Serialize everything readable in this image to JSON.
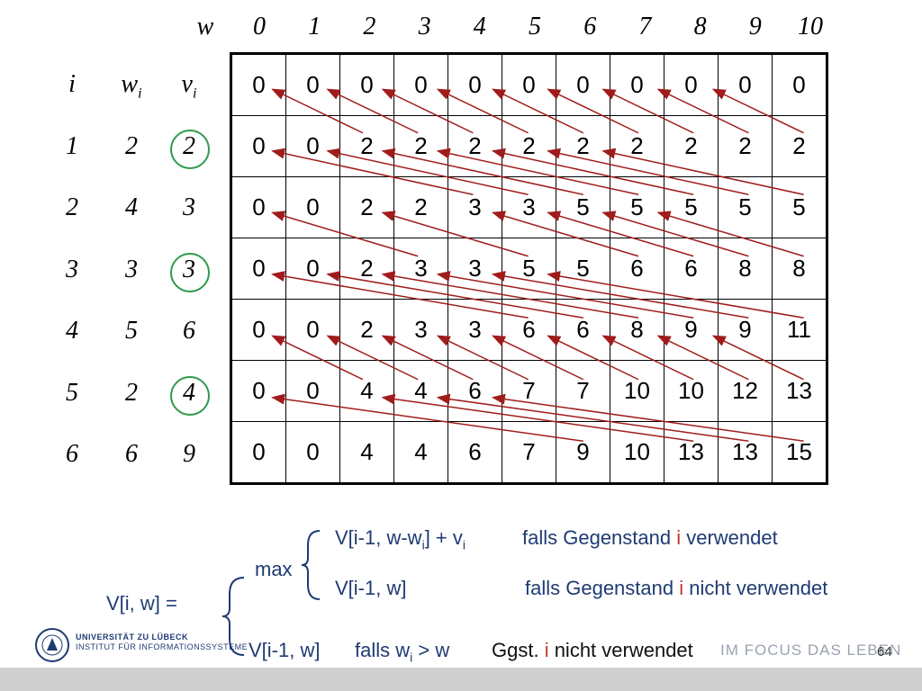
{
  "header": {
    "w_label": "w",
    "cols": [
      "0",
      "1",
      "2",
      "3",
      "4",
      "5",
      "6",
      "7",
      "8",
      "9",
      "10"
    ]
  },
  "left_headers": {
    "i": "i",
    "wi_base": "w",
    "wi_sub": "i",
    "vi_base": "v",
    "vi_sub": "i"
  },
  "items": [
    {
      "i": "1",
      "w": "2",
      "v": "2"
    },
    {
      "i": "2",
      "w": "4",
      "v": "3"
    },
    {
      "i": "3",
      "w": "3",
      "v": "3"
    },
    {
      "i": "4",
      "w": "5",
      "v": "6"
    },
    {
      "i": "5",
      "w": "2",
      "v": "4"
    },
    {
      "i": "6",
      "w": "6",
      "v": "9"
    }
  ],
  "table": [
    [
      "0",
      "0",
      "0",
      "0",
      "0",
      "0",
      "0",
      "0",
      "0",
      "0",
      "0"
    ],
    [
      "0",
      "0",
      "2",
      "2",
      "2",
      "2",
      "2",
      "2",
      "2",
      "2",
      "2"
    ],
    [
      "0",
      "0",
      "2",
      "2",
      "3",
      "3",
      "5",
      "5",
      "5",
      "5",
      "5"
    ],
    [
      "0",
      "0",
      "2",
      "3",
      "3",
      "5",
      "5",
      "6",
      "6",
      "8",
      "8"
    ],
    [
      "0",
      "0",
      "2",
      "3",
      "3",
      "6",
      "6",
      "8",
      "9",
      "9",
      "11"
    ],
    [
      "0",
      "0",
      "4",
      "4",
      "6",
      "7",
      "7",
      "10",
      "10",
      "12",
      "13"
    ],
    [
      "0",
      "0",
      "4",
      "4",
      "6",
      "7",
      "9",
      "10",
      "13",
      "13",
      "15"
    ]
  ],
  "circled_items": [
    1,
    3,
    5
  ],
  "colors": {
    "arrow": "#a01c1c",
    "circle": "#2e9a4a",
    "formula": "#1f3b73",
    "accent": "#c0392b"
  },
  "formula": {
    "lhs": "V[i, w] =",
    "max": "max",
    "case1_a": "V[i-1, w-w",
    "case1_sub": "i",
    "case1_b": "] + v",
    "case1_sub2": "i",
    "case1_desc_a": "falls Gegenstand ",
    "case1_desc_i": "i",
    "case1_desc_b": " verwendet",
    "case2": "V[i-1, w]",
    "case2_desc_a": "falls Gegenstand ",
    "case2_desc_i": "i",
    "case2_desc_b": " nicht verwendet",
    "case3": "V[i-1, w]",
    "case3_falls": "falls w",
    "case3_sub": "i",
    "case3_gt": " > w",
    "case3_desc_a": "Ggst. ",
    "case3_desc_i": "i",
    "case3_desc_b": " nicht verwendet"
  },
  "footer": {
    "uni_line1": "UNIVERSITÄT ZU LÜBECK",
    "uni_line2": "INSTITUT FÜR INFORMATIONSSYSTEME",
    "motto": "IM FOCUS DAS LEBEN",
    "page": "64"
  }
}
